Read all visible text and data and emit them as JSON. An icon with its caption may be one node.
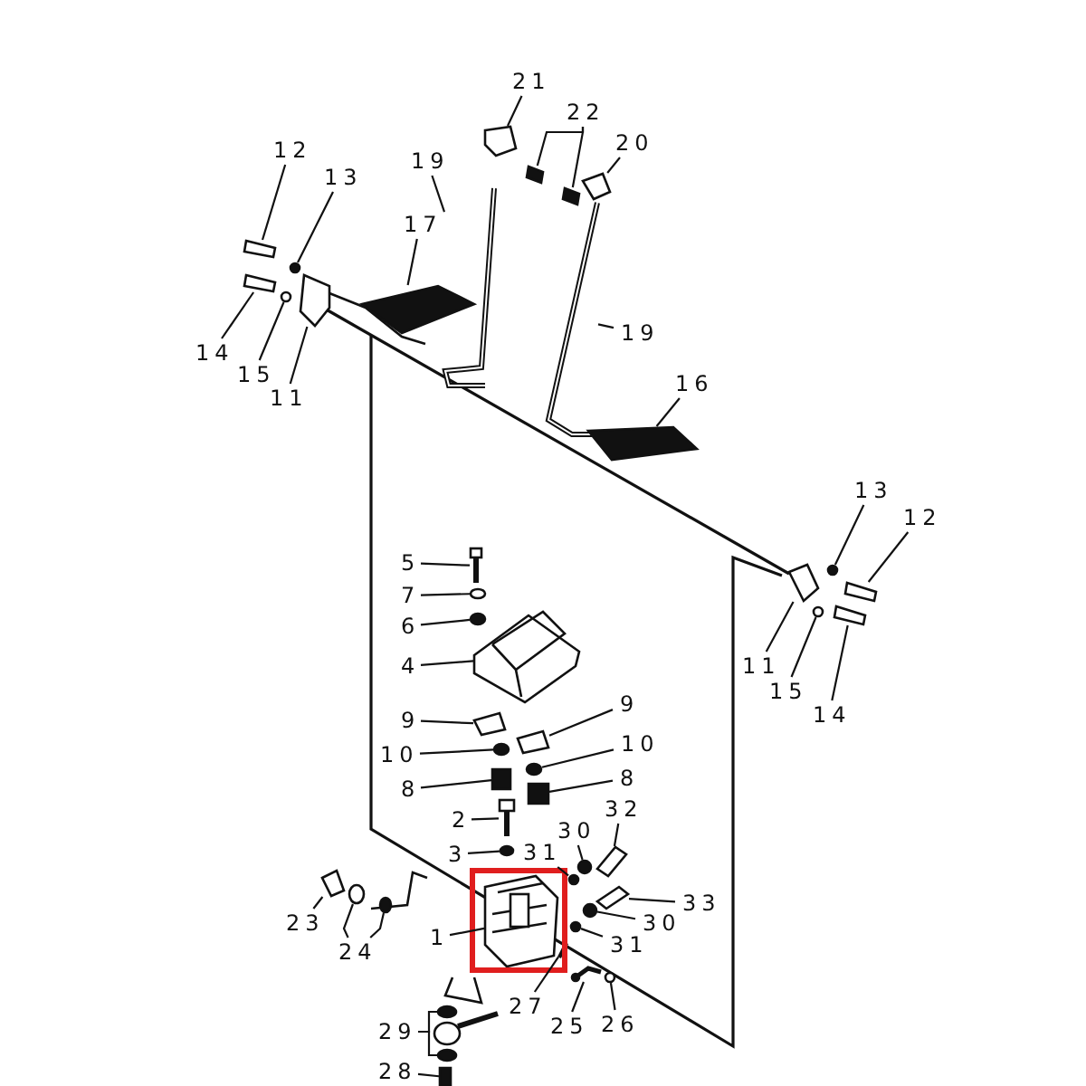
{
  "diagram": {
    "nodes": [
      {
        "text": [
          "21"
        ]
      },
      {
        "text": [
          "22"
        ]
      },
      {
        "text": [
          "20"
        ]
      },
      {
        "text": [
          "19"
        ]
      },
      {
        "text": [
          "12"
        ]
      },
      {
        "text": [
          "13"
        ]
      },
      {
        "text": [
          "17"
        ]
      },
      {
        "text": [
          "19"
        ]
      },
      {
        "text": [
          "14"
        ]
      },
      {
        "text": [
          "15"
        ]
      },
      {
        "text": [
          "11"
        ]
      },
      {
        "text": [
          "16"
        ]
      },
      {
        "text": [
          "13"
        ]
      },
      {
        "text": [
          "12"
        ]
      },
      {
        "text": [
          "5"
        ]
      },
      {
        "text": [
          "7"
        ]
      },
      {
        "text": [
          "6"
        ]
      },
      {
        "text": [
          "4"
        ]
      },
      {
        "text": [
          "11"
        ]
      },
      {
        "text": [
          "15"
        ]
      },
      {
        "text": [
          "9"
        ]
      },
      {
        "text": [
          "14"
        ]
      },
      {
        "text": [
          "9"
        ]
      },
      {
        "text": [
          "10"
        ]
      },
      {
        "text": [
          "10"
        ]
      },
      {
        "text": [
          "8"
        ]
      },
      {
        "text": [
          "8"
        ]
      },
      {
        "text": [
          "32"
        ]
      },
      {
        "text": [
          "2"
        ]
      },
      {
        "text": [
          "30"
        ]
      },
      {
        "text": [
          "3"
        ]
      },
      {
        "text": [
          "31"
        ]
      },
      {
        "text": [
          "33"
        ]
      },
      {
        "text": [
          "30"
        ]
      },
      {
        "text": [
          "23"
        ]
      },
      {
        "text": [
          "1"
        ]
      },
      {
        "text": [
          "31"
        ]
      },
      {
        "text": [
          "24"
        ]
      },
      {
        "text": [
          "27"
        ]
      },
      {
        "text": [
          "26"
        ]
      },
      {
        "text": [
          "25"
        ]
      },
      {
        "text": [
          "29"
        ]
      },
      {
        "text": [
          "28"
        ]
      },
      {
        "text": [],
        "shape": "box"
      },
      {
        "text": [],
        "shape": "box"
      },
      {
        "text": [],
        "shape": "box"
      },
      {
        "text": [],
        "shape": "box"
      },
      {
        "text": [],
        "shape": "picture"
      },
      {
        "text": [],
        "shape": "box"
      },
      {
        "text": [],
        "shape": "circle"
      },
      {
        "text": [],
        "shape": "picture"
      },
      {
        "text": [],
        "shape": "picture"
      },
      {
        "text": [],
        "shape": "box"
      },
      {
        "text": [],
        "shape": "circle"
      },
      {
        "text": [],
        "shape": "box"
      },
      {
        "text": [],
        "shape": "box"
      },
      {
        "text": [],
        "shape": "circle"
      },
      {
        "text": [],
        "shape": "box"
      },
      {
        "text": [],
        "shape": "picture"
      },
      {
        "text": [],
        "shape": "circle"
      },
      {
        "text": [],
        "shape": "circle"
      },
      {
        "text": [],
        "shape": "picture"
      },
      {
        "text": [],
        "shape": "box"
      },
      {
        "text": [],
        "shape": "circle"
      },
      {
        "text": [],
        "shape": "box"
      },
      {
        "text": [],
        "shape": "box"
      },
      {
        "text": [],
        "shape": "box"
      },
      {
        "text": [],
        "shape": "circle"
      },
      {
        "text": [],
        "shape": "circle"
      },
      {
        "text": [],
        "shape": "box"
      },
      {
        "text": [],
        "shape": "box"
      },
      {
        "text": [],
        "shape": "box"
      },
      {
        "text": [],
        "shape": "picture"
      },
      {
        "text": [],
        "shape": "circle"
      },
      {
        "text": [],
        "shape": "circle"
      },
      {
        "text": [],
        "shape": "circle"
      },
      {
        "text": [],
        "shape": "box"
      },
      {
        "text": [],
        "shape": "circle"
      },
      {
        "text": [],
        "shape": "box"
      },
      {
        "text": [],
        "shape": "picture"
      },
      {
        "text": [],
        "shape": "circle"
      },
      {
        "text": [],
        "shape": "circle"
      },
      {
        "text": [],
        "shape": "circle"
      },
      {
        "text": [],
        "shape": "bar"
      },
      {
        "text": [],
        "shape": "circle"
      },
      {
        "text": [],
        "shape": "picture"
      },
      {
        "text": [],
        "shape": "circle"
      },
      {
        "text": [],
        "shape": "circle"
      },
      {
        "text": [],
        "shape": "box"
      }
    ],
    "edges": [
      {
        "from": 0,
        "to": 43,
        "arrow": "none"
      },
      {
        "from": 1,
        "to": 44,
        "arrow": "none"
      },
      {
        "from": 1,
        "to": 45,
        "arrow": "none"
      },
      {
        "from": 2,
        "to": 46,
        "arrow": "none"
      },
      {
        "from": 3,
        "to": 47,
        "arrow": "none"
      },
      {
        "from": 4,
        "to": 48,
        "arrow": "none"
      },
      {
        "from": 5,
        "to": 49,
        "arrow": "none"
      },
      {
        "from": 6,
        "to": 50,
        "arrow": "none"
      },
      {
        "from": 7,
        "to": 51,
        "arrow": "none"
      },
      {
        "from": 8,
        "to": 52,
        "arrow": "none"
      },
      {
        "from": 9,
        "to": 53,
        "arrow": "none"
      },
      {
        "from": 10,
        "to": 54,
        "arrow": "none"
      },
      {
        "from": 11,
        "to": 55,
        "arrow": "none"
      },
      {
        "from": 12,
        "to": 56,
        "arrow": "none"
      },
      {
        "from": 13,
        "to": 57,
        "arrow": "none"
      },
      {
        "from": 14,
        "to": 58,
        "arrow": "none"
      },
      {
        "from": 15,
        "to": 59,
        "arrow": "none"
      },
      {
        "from": 16,
        "to": 60,
        "arrow": "none"
      },
      {
        "from": 17,
        "to": 61,
        "arrow": "none"
      },
      {
        "from": 18,
        "to": 62,
        "arrow": "none"
      },
      {
        "from": 19,
        "to": 63,
        "arrow": "none"
      },
      {
        "from": 20,
        "to": 64,
        "arrow": "none"
      },
      {
        "from": 21,
        "to": 65,
        "arrow": "none"
      },
      {
        "from": 22,
        "to": 66,
        "arrow": "none"
      },
      {
        "from": 23,
        "to": 67,
        "arrow": "none"
      },
      {
        "from": 24,
        "to": 68,
        "arrow": "none"
      },
      {
        "from": 25,
        "to": 69,
        "arrow": "none"
      },
      {
        "from": 26,
        "to": 70,
        "arrow": "none"
      },
      {
        "from": 27,
        "to": 71,
        "arrow": "none"
      },
      {
        "from": 28,
        "to": 72,
        "arrow": "none"
      },
      {
        "from": 29,
        "to": 73,
        "arrow": "none"
      },
      {
        "from": 30,
        "to": 74,
        "arrow": "none"
      },
      {
        "from": 31,
        "to": 75,
        "arrow": "none"
      },
      {
        "from": 32,
        "to": 76,
        "arrow": "none"
      },
      {
        "from": 33,
        "to": 77,
        "arrow": "none"
      },
      {
        "from": 34,
        "to": 78,
        "arrow": "none"
      },
      {
        "from": 35,
        "to": 79,
        "arrow": "none"
      },
      {
        "from": 36,
        "to": 80,
        "arrow": "none"
      },
      {
        "from": 37,
        "to": 81,
        "arrow": "none"
      },
      {
        "from": 37,
        "to": 82,
        "arrow": "none"
      },
      {
        "from": 38,
        "to": 83,
        "arrow": "none"
      },
      {
        "from": 39,
        "to": 84,
        "arrow": "none"
      },
      {
        "from": 40,
        "to": 85,
        "arrow": "none"
      },
      {
        "from": 41,
        "to": 86,
        "arrow": "none"
      },
      {
        "from": 41,
        "to": 87,
        "arrow": "none"
      },
      {
        "from": 42,
        "to": 88,
        "arrow": "none"
      }
    ]
  }
}
